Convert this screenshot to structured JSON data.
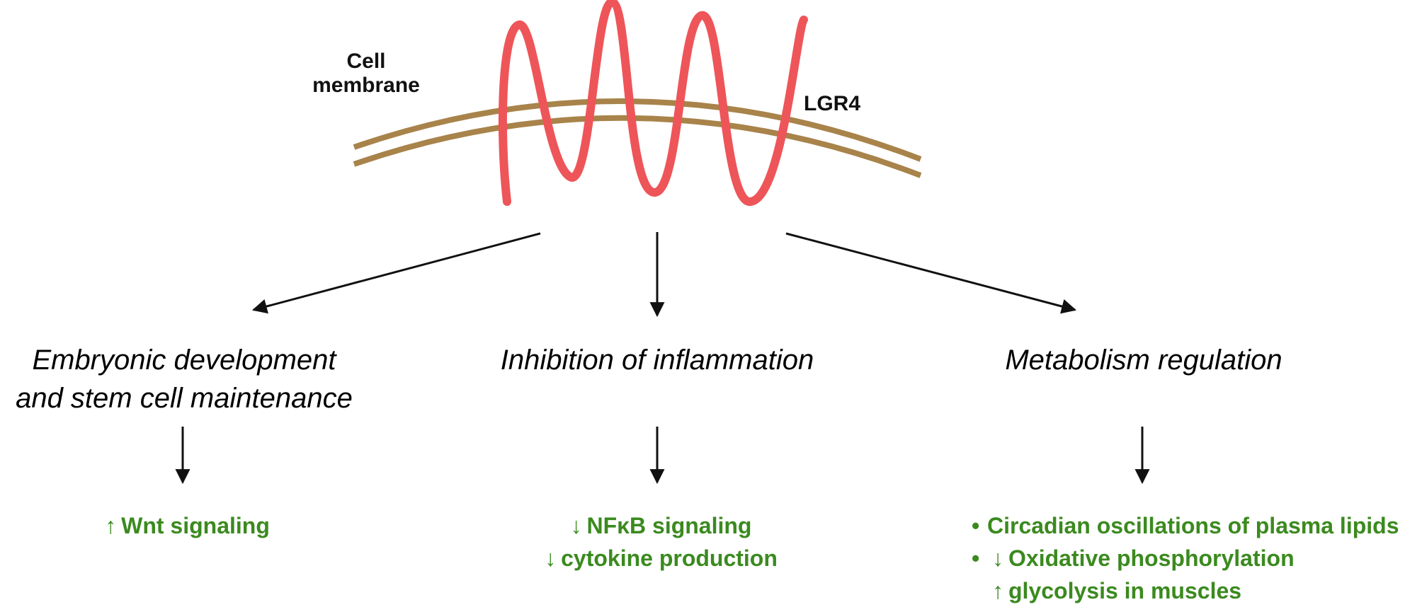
{
  "labels": {
    "membrane_line1": "Cell",
    "membrane_line2": "membrane",
    "receptor": "LGR4"
  },
  "categories": {
    "left_line1": "Embryonic development",
    "left_line2": "and stem cell maintenance",
    "center": "Inhibition of inflammation",
    "right": "Metabolism regulation"
  },
  "effects": {
    "left": [
      {
        "arrow": "↑",
        "text": "Wnt signaling"
      }
    ],
    "center": [
      {
        "arrow": "↓",
        "text": "NFκB signaling"
      },
      {
        "arrow": "↓",
        "text": "cytokine production"
      }
    ],
    "right": [
      {
        "bullet": "•",
        "text": "Circadian oscillations of plasma lipids"
      },
      {
        "bullet": "•",
        "arrow": "↓",
        "text": "Oxidative phosphorylation"
      },
      {
        "arrow": "↑",
        "text": "glycolysis in muscles"
      }
    ]
  },
  "colors": {
    "receptor": "#ee5559",
    "membrane": "#a8834a",
    "effect_text": "#3b8a1f",
    "arrows": "#111111"
  }
}
